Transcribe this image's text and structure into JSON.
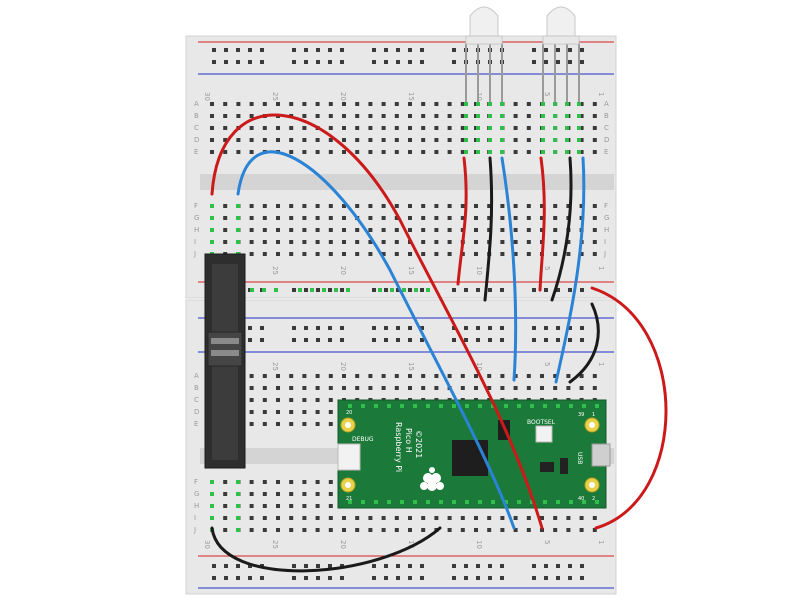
{
  "breadboard_top": {
    "row_letters_upper": [
      "A",
      "B",
      "C",
      "D",
      "E"
    ],
    "row_letters_lower": [
      "F",
      "G",
      "H",
      "I",
      "J"
    ],
    "column_numbers": [
      "30",
      "25",
      "20",
      "15",
      "10",
      "5",
      "1"
    ]
  },
  "breadboard_bottom": {
    "row_letters_upper": [
      "A",
      "B",
      "C",
      "D",
      "E"
    ],
    "row_letters_lower": [
      "F",
      "G",
      "H",
      "I",
      "J"
    ],
    "column_numbers": [
      "30",
      "25",
      "20",
      "15",
      "10",
      "5",
      "1"
    ]
  },
  "pico": {
    "brand": "Raspberry Pi",
    "model": "Pico H",
    "year": "©2021",
    "debug_label": "DEBUG",
    "bootsel_label": "BOOTSEL",
    "usb_label": "USB",
    "pin_numbers": [
      "1",
      "2",
      "20",
      "21",
      "39",
      "40"
    ]
  },
  "colors": {
    "wire_red": "#cc1a1a",
    "wire_black": "#1a1a1a",
    "wire_blue": "#2b83d6",
    "board_green": "#1b7a3a",
    "breadboard": "#e6e6e6"
  }
}
